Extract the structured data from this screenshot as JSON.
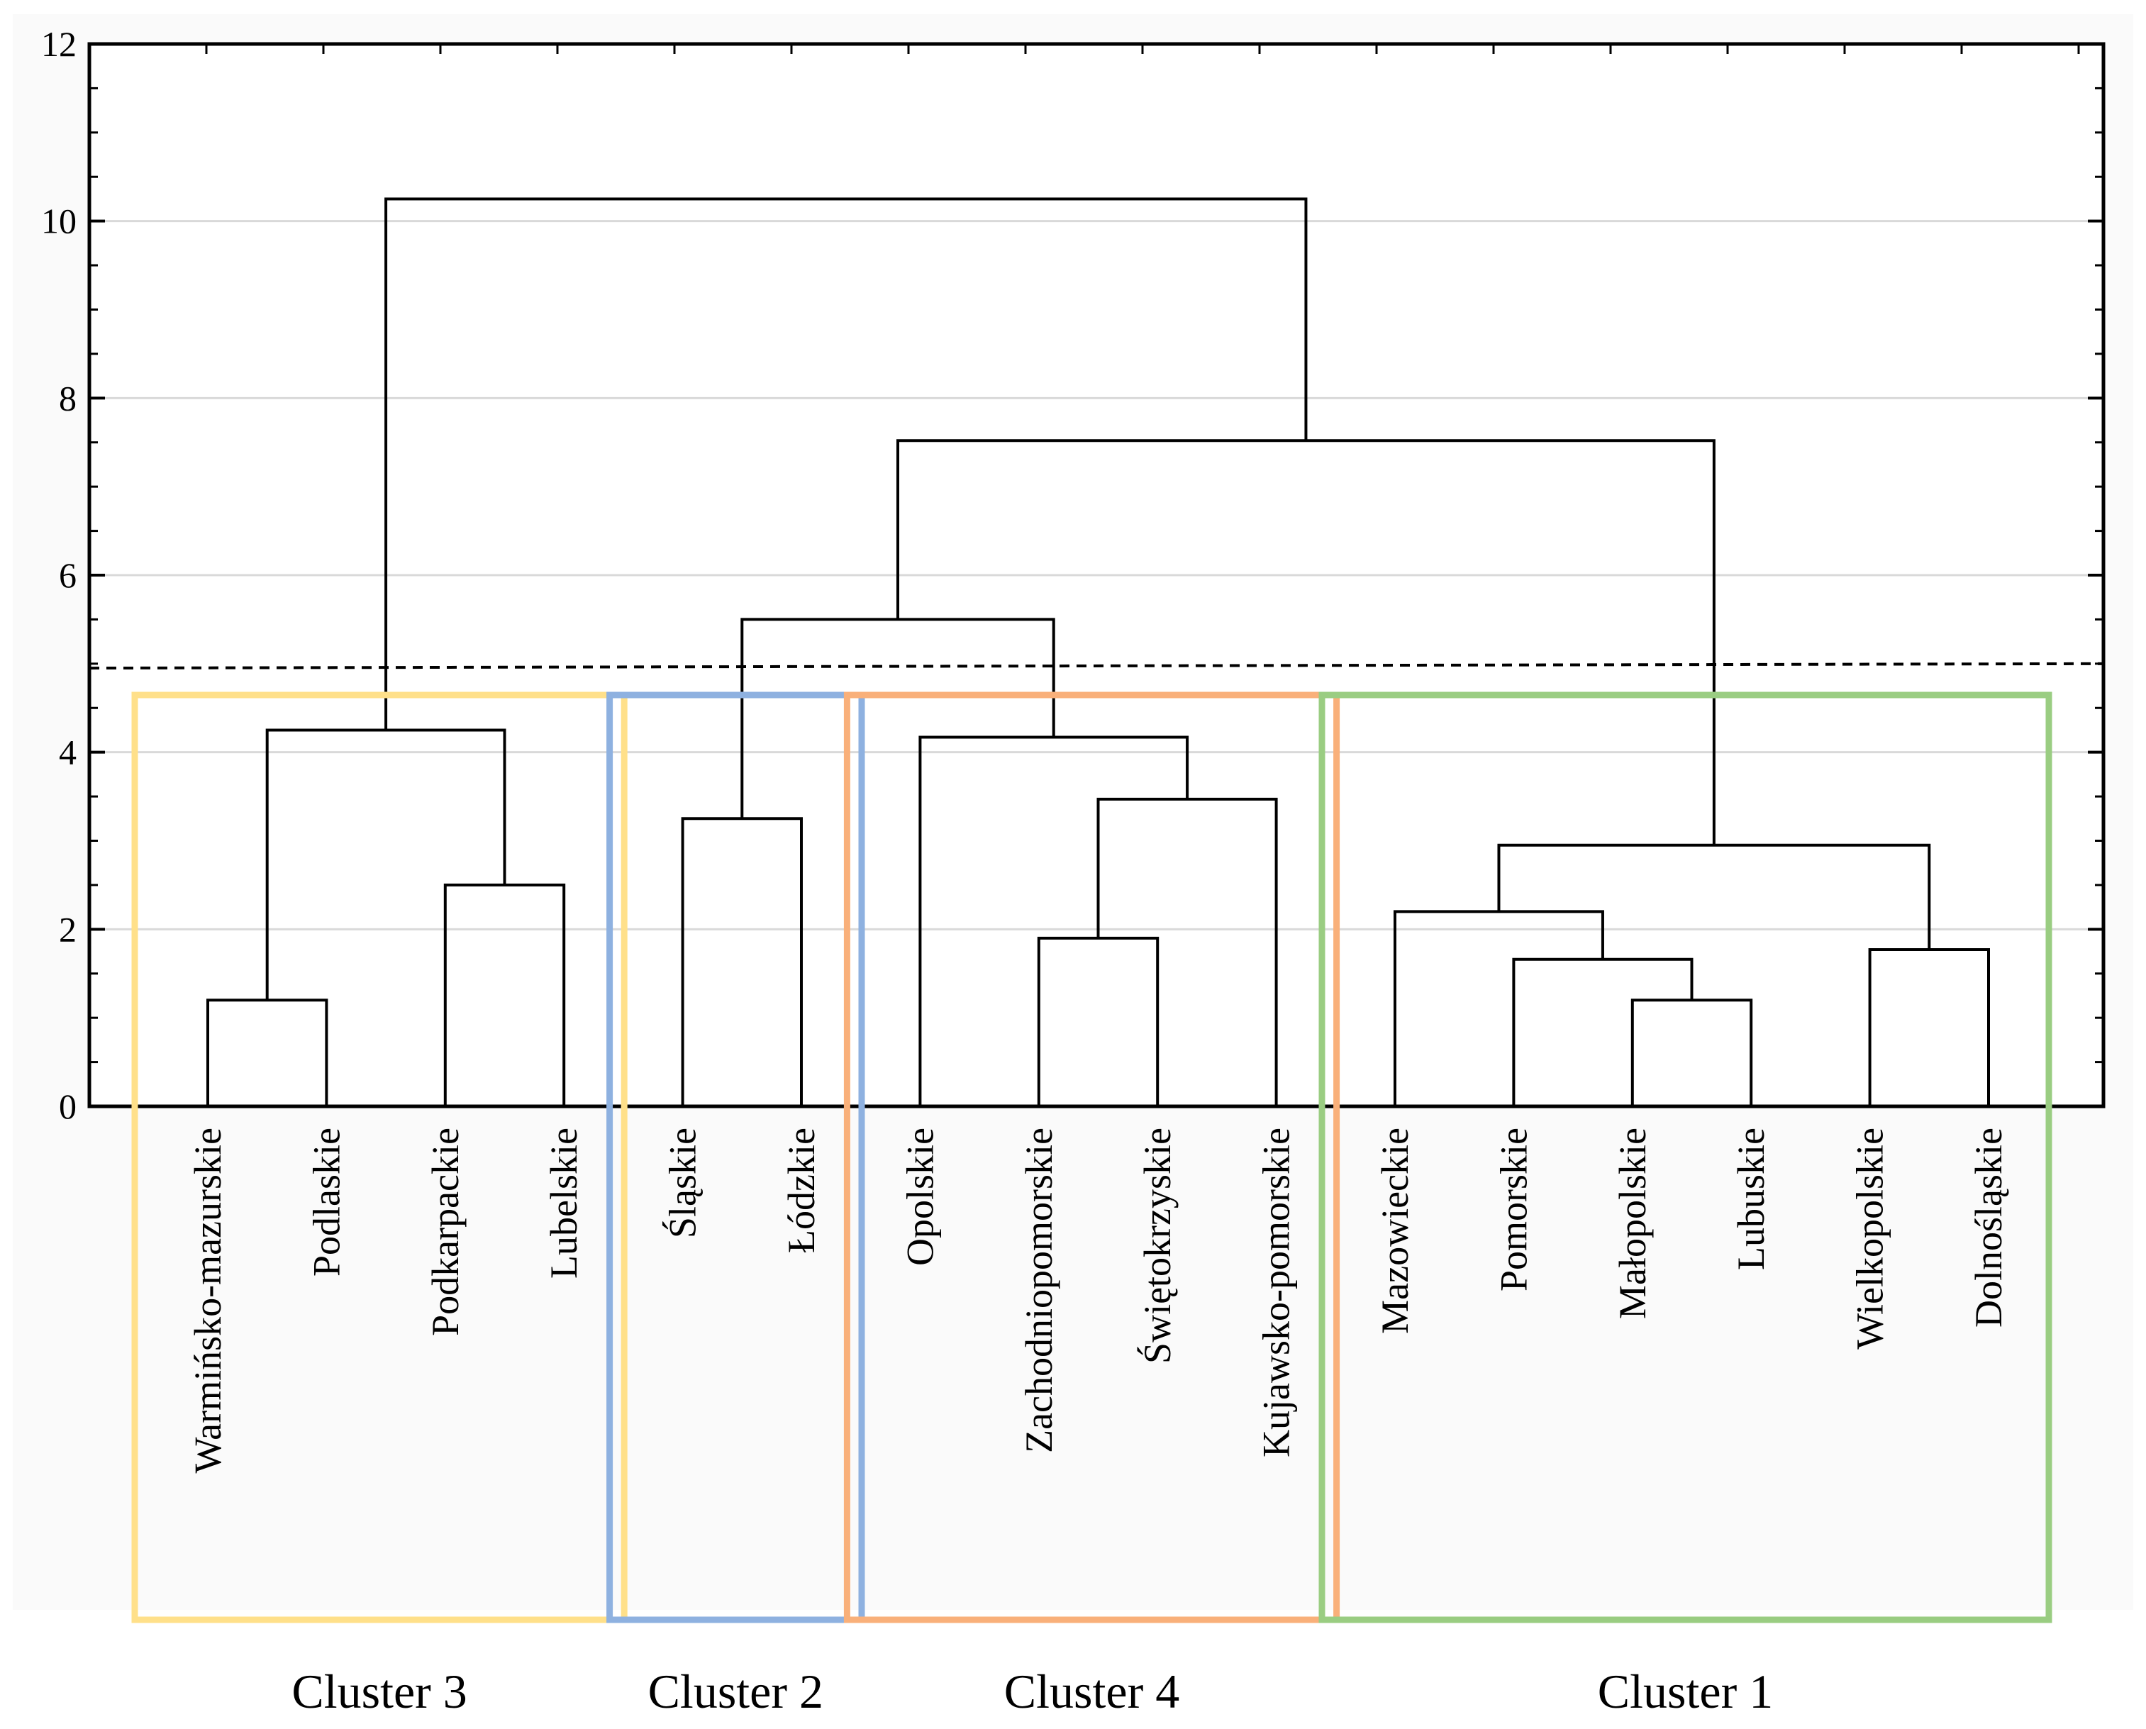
{
  "chart_data": {
    "type": "dendrogram",
    "ylim": [
      0,
      12
    ],
    "yticks": [
      "0",
      "2",
      "4",
      "6",
      "8",
      "10",
      "12"
    ],
    "grid": true,
    "cut_height": [
      4.95,
      5.0
    ],
    "leaves": [
      "Warmińsko-mazurskie",
      "Podlaskie",
      "Podkarpackie",
      "Lubelskie",
      "Śląskie",
      "Łódzkie",
      "Opolskie",
      "Zachodniopomorskie",
      "Świętokrzyskie",
      "Kujawsko-pomorskie",
      "Mazowieckie",
      "Pomorskie",
      "Małopolskie",
      "Lubuskie",
      "Wielkopolskie",
      "Dolnośląskie"
    ],
    "merges": [
      {
        "id": "m1",
        "left": "Warmińsko-mazurskie",
        "right": "Podlaskie",
        "height": 1.2
      },
      {
        "id": "m2",
        "left": "Podkarpackie",
        "right": "Lubelskie",
        "height": 2.5
      },
      {
        "id": "m3",
        "left": "m1",
        "right": "m2",
        "height": 4.25
      },
      {
        "id": "m4",
        "left": "Śląskie",
        "right": "Łódzkie",
        "height": 3.25
      },
      {
        "id": "m5",
        "left": "Zachodniopomorskie",
        "right": "Świętokrzyskie",
        "height": 1.9
      },
      {
        "id": "m6",
        "left": "m5",
        "right": "Kujawsko-pomorskie",
        "height": 3.47
      },
      {
        "id": "m7",
        "left": "Opolskie",
        "right": "m6",
        "height": 4.17
      },
      {
        "id": "m8",
        "left": "m4",
        "right": "m7",
        "height": 5.5
      },
      {
        "id": "m9",
        "left": "Małopolskie",
        "right": "Lubuskie",
        "height": 1.2
      },
      {
        "id": "m10",
        "left": "Pomorskie",
        "right": "m9",
        "height": 1.66
      },
      {
        "id": "m11",
        "left": "Mazowieckie",
        "right": "m10",
        "height": 2.2
      },
      {
        "id": "m12",
        "left": "Wielkopolskie",
        "right": "Dolnośląskie",
        "height": 1.77
      },
      {
        "id": "m13",
        "left": "m11",
        "right": "m12",
        "height": 2.95
      },
      {
        "id": "m14",
        "left": "m8",
        "right": "m13",
        "height": 7.52
      },
      {
        "id": "m15",
        "left": "m3",
        "right": "m14",
        "height": 10.25
      }
    ],
    "clusters": [
      {
        "label": "Cluster 3",
        "first_leaf": 0,
        "last_leaf": 3,
        "color": "#FFE08A"
      },
      {
        "label": "Cluster 2",
        "first_leaf": 4,
        "last_leaf": 5,
        "color": "#8EB1E0"
      },
      {
        "label": "Cluster 4",
        "first_leaf": 6,
        "last_leaf": 9,
        "color": "#F9B07A"
      },
      {
        "label": "Cluster 1",
        "first_leaf": 10,
        "last_leaf": 15,
        "color": "#9ACD82"
      }
    ],
    "colors": {
      "line": "#000000",
      "grid": "#d9d9d9",
      "label_area_bg": "#fafafa"
    }
  }
}
